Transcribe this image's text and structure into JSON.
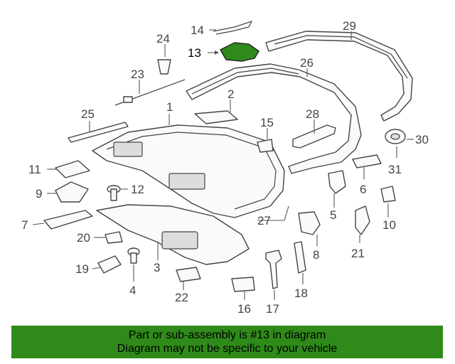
{
  "callouts": {
    "c1": "1",
    "c2": "2",
    "c3": "3",
    "c4": "4",
    "c5": "5",
    "c6": "6",
    "c7": "7",
    "c8": "8",
    "c9": "9",
    "c10": "10",
    "c11": "11",
    "c12": "12",
    "c13": "13",
    "c14": "14",
    "c15": "15",
    "c16": "16",
    "c17": "17",
    "c18": "18",
    "c19": "19",
    "c20": "20",
    "c21": "21",
    "c22": "22",
    "c23": "23",
    "c24": "24",
    "c25": "25",
    "c26": "26",
    "c27": "27",
    "c28": "28",
    "c29": "29",
    "c30": "30",
    "c31": "31"
  },
  "highlight_part": "13",
  "colors": {
    "highlight": "#2f8a19",
    "footer_bg": "#2f8a19"
  },
  "footer": {
    "line1": "Part or sub-assembly is #13 in diagram",
    "line2": "Diagram may not be specific to your vehicle"
  }
}
